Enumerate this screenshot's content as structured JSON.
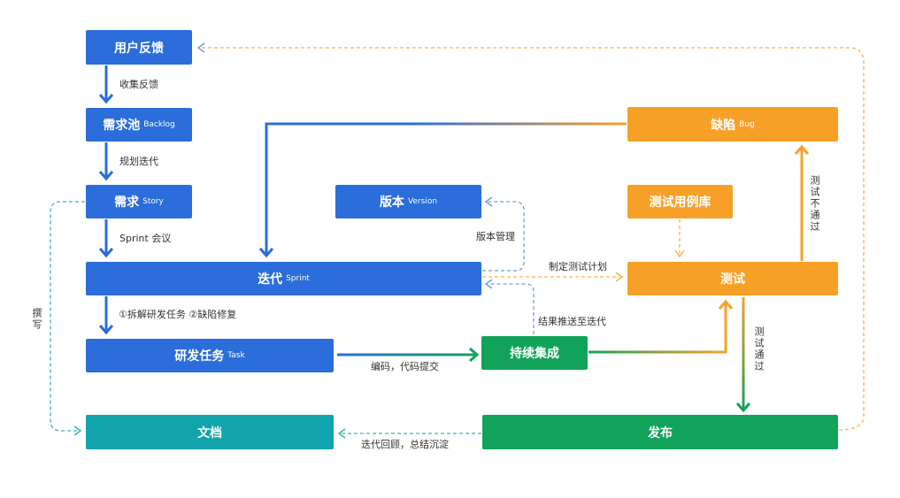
{
  "colors": {
    "blue": "#2a6ddb",
    "orange": "#f7a028",
    "green": "#12a35a",
    "teal": "#12a4ac",
    "dashed_blue": "#6f9de0",
    "dashed_orange": "#f7b24f",
    "dashed_teal": "#3ab3b8"
  },
  "nodes": {
    "feedback": {
      "title": "用户反馈",
      "sub": ""
    },
    "backlog": {
      "title": "需求池",
      "sub": "Backlog"
    },
    "story": {
      "title": "需求",
      "sub": "Story"
    },
    "version": {
      "title": "版本",
      "sub": "Version"
    },
    "sprint": {
      "title": "迭代",
      "sub": "Sprint"
    },
    "task": {
      "title": "研发任务",
      "sub": "Task"
    },
    "docs": {
      "title": "文档",
      "sub": ""
    },
    "ci": {
      "title": "持续集成",
      "sub": ""
    },
    "release": {
      "title": "发布",
      "sub": ""
    },
    "bug": {
      "title": "缺陷",
      "sub": "Bug"
    },
    "testcases": {
      "title": "测试用例库",
      "sub": ""
    },
    "test": {
      "title": "测试",
      "sub": ""
    }
  },
  "edge_labels": {
    "collect_feedback": "收集反馈",
    "plan_iteration": "规划迭代",
    "sprint_meeting": "Sprint 会议",
    "split_tasks": "①拆解研发任务 ②缺陷修复",
    "write": "撰写",
    "coding": "编码，代码提交",
    "version_mgmt": "版本管理",
    "test_plan": "制定测试计划",
    "push_result": "结果推送至迭代",
    "test_fail": "测试不通过",
    "test_pass": "测试通过",
    "retrospective": "迭代回顾，总结沉淀"
  }
}
